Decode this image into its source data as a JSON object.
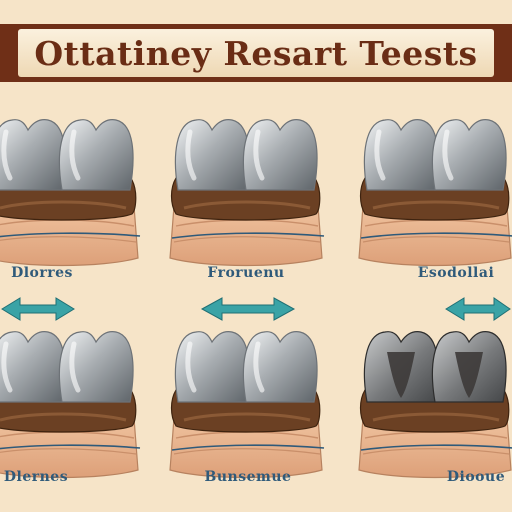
{
  "title": "Ottatiney Resart Teests",
  "colors": {
    "banner": "#6f2f17",
    "background": "#f6e4c8",
    "gum": "#6b4023",
    "base": "#e9b48e",
    "label_line": "#2f5a7a",
    "arrow": "#3aa3a6"
  },
  "panels": [
    {
      "id": "top-left",
      "label": "Dlorres",
      "teeth": "metal-pair"
    },
    {
      "id": "top-center",
      "label": "Froruenu",
      "teeth": "metal-pair"
    },
    {
      "id": "top-right",
      "label": "Esodollai",
      "teeth": "metal-pair"
    },
    {
      "id": "bottom-left",
      "label": "Dlernes",
      "teeth": "metal-pair"
    },
    {
      "id": "bottom-center",
      "label": "Bunsemue",
      "teeth": "metal-pair"
    },
    {
      "id": "bottom-right",
      "label": "Diooue",
      "teeth": "dark-cavity-pair"
    }
  ],
  "arrows": [
    {
      "id": "arrow-left",
      "icon": "double-arrow-icon"
    },
    {
      "id": "arrow-center",
      "icon": "double-arrow-icon"
    },
    {
      "id": "arrow-right",
      "icon": "double-arrow-icon"
    }
  ]
}
